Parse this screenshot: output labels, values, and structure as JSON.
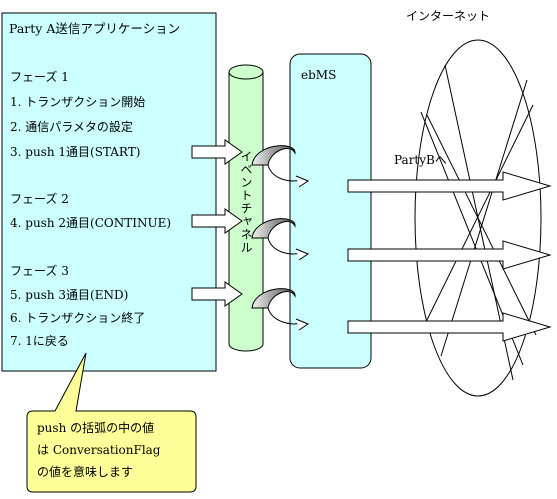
{
  "party_a": {
    "title": "Party A送信アプリケーション",
    "phase1": {
      "label": "フェーズ 1",
      "steps": [
        "1. トランザクション開始",
        "2. 通信パラメタの設定",
        "3. push 1通目(START)"
      ]
    },
    "phase2": {
      "label": "フェーズ 2",
      "steps": [
        "4. push 2通目(CONTINUE)"
      ]
    },
    "phase3": {
      "label": "フェーズ 3",
      "steps": [
        "5. push 3通目(END)",
        "6. トランザクション終了",
        "7. 1に戻る"
      ]
    }
  },
  "event_channel": {
    "label": "イベントチャネル"
  },
  "ebms": {
    "label": "ebMS"
  },
  "internet": {
    "label": "インターネット"
  },
  "party_b": {
    "label": "PartyBへ"
  },
  "callout": {
    "lines": [
      "push の括弧の中の値",
      "は ConversationFlag",
      "の値を意味します"
    ]
  },
  "colors": {
    "party_a_fill": "#ccffff",
    "event_channel_fill": "#ccffcc",
    "ebms_fill": "#ccffff",
    "callout_fill": "#ffff99",
    "arrow_fill": "#ffffff"
  }
}
